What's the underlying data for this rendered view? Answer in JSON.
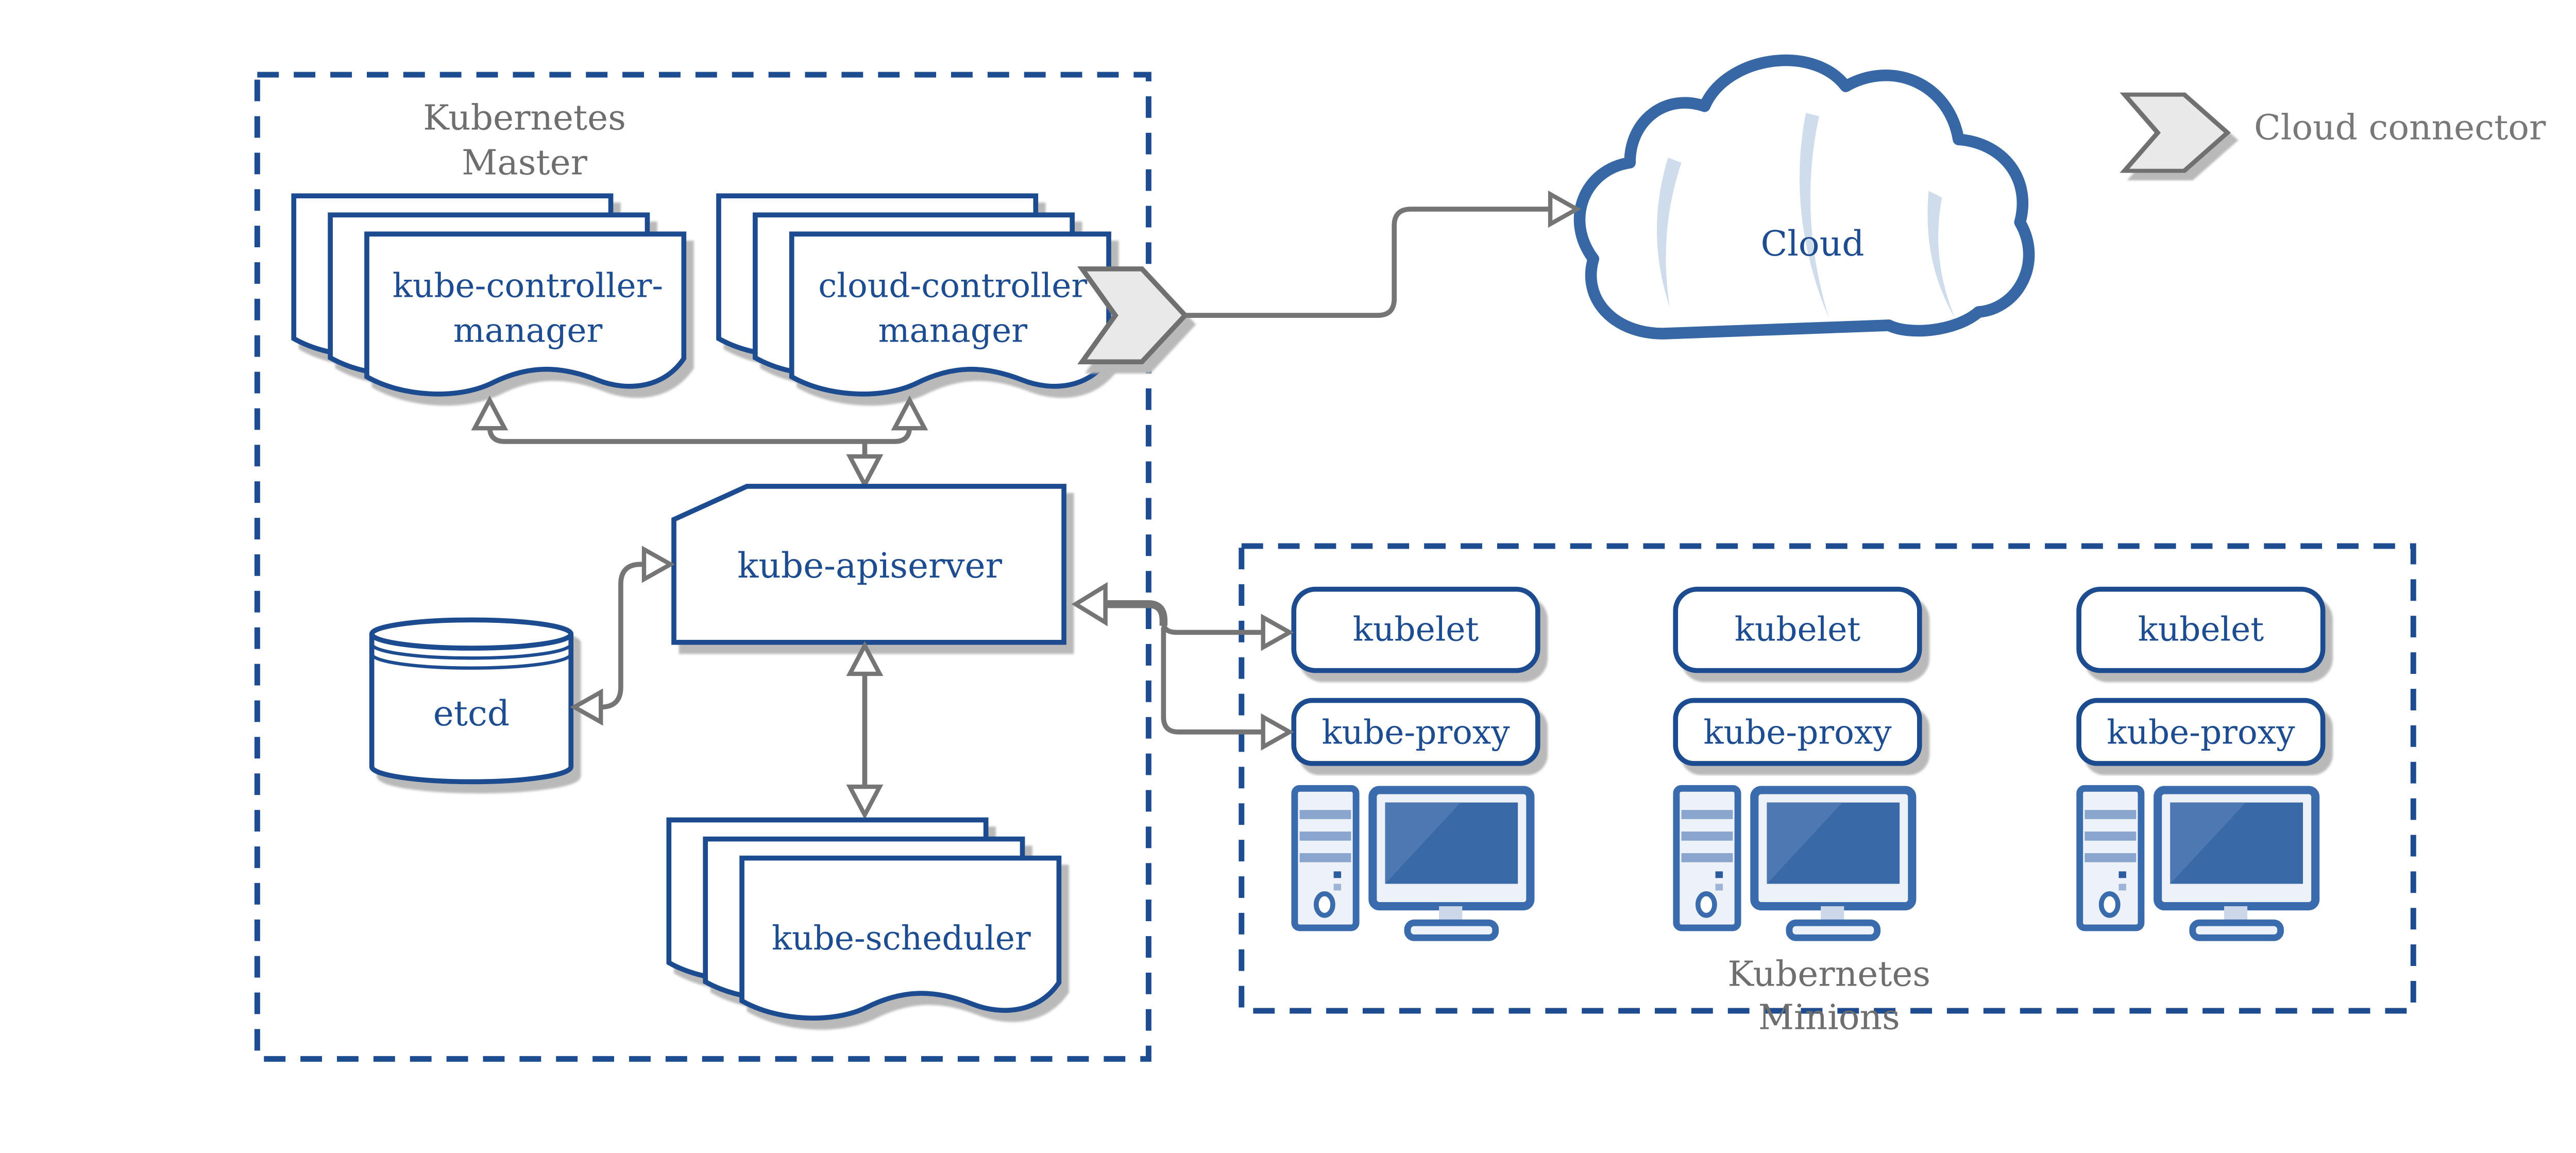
{
  "master": {
    "title_line1": "Kubernetes",
    "title_line2": "Master",
    "kube_controller_manager": {
      "line1": "kube-controller-",
      "line2": "manager"
    },
    "cloud_controller_manager": {
      "line1": "cloud-controller",
      "line2": "manager"
    },
    "kube_apiserver": "kube-apiserver",
    "etcd": "etcd",
    "kube_scheduler": "kube-scheduler"
  },
  "minions": {
    "title_line1": "Kubernetes",
    "title_line2": "Minions",
    "nodes": [
      {
        "kubelet": "kubelet",
        "kube_proxy": "kube-proxy"
      },
      {
        "kubelet": "kubelet",
        "kube_proxy": "kube-proxy"
      },
      {
        "kubelet": "kubelet",
        "kube_proxy": "kube-proxy"
      }
    ]
  },
  "cloud": {
    "label": "Cloud"
  },
  "legend": {
    "cloud_connector_label": "Cloud connector"
  },
  "colors": {
    "primary_blue": "#1d4c90",
    "icon_blue": "#3a6bac",
    "cloud_blue": "#3767a5",
    "screen_blue": "#3a69a8",
    "screen_highlight": "#4e78b2",
    "light_fill": "#edf2f9",
    "stripe_blue": "#8aa6ce",
    "arrow_gray": "#757575",
    "title_gray": "#6e6e6e",
    "chevron_fill": "#e9e9e9",
    "shadow_gray": "#b9b9b9"
  }
}
